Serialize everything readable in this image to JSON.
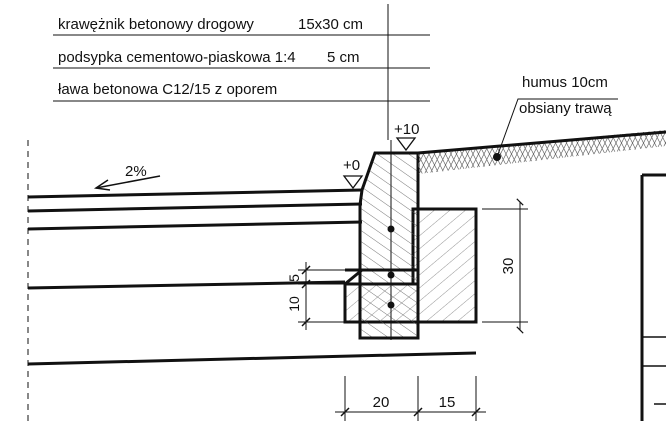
{
  "legend": {
    "row1": {
      "material": "krawężnik betonowy drogowy",
      "size": "15x30 cm"
    },
    "row2": {
      "material": "podsypka cementowo-piaskowa 1:4",
      "size": "5 cm"
    },
    "row3": {
      "material": "ława betonowa C12/15 z oporem"
    }
  },
  "annotations": {
    "humus": "humus 10cm",
    "grass": "obsiany trawą",
    "slope": "2%",
    "level_top": "+10",
    "level_road": "+0"
  },
  "dimensions": {
    "bed_height": "30",
    "sand_layer": "5",
    "bench_step": "10",
    "bench_width": "20",
    "curb_width": "15"
  },
  "colors": {
    "line": "#111111",
    "background": "#ffffff"
  }
}
